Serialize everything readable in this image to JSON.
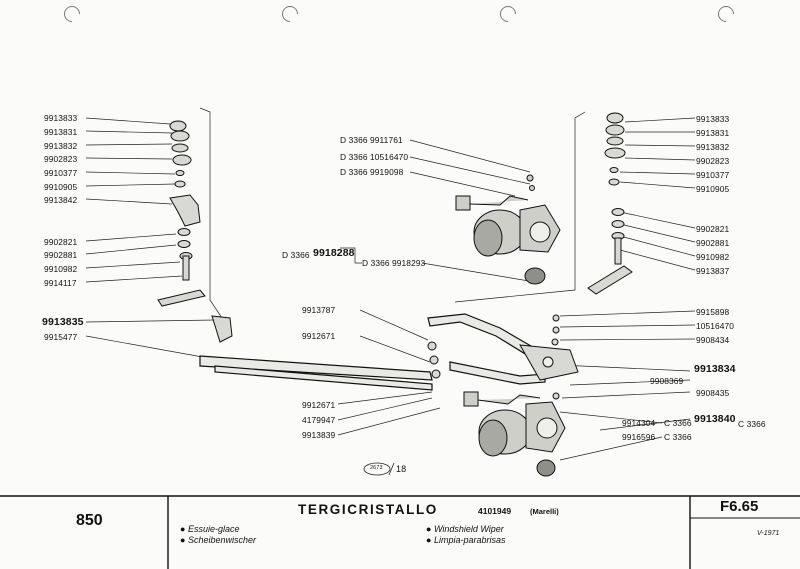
{
  "footer": {
    "model": "850",
    "title": "TERGICRISTALLO",
    "code": "4101949",
    "maker": "(Marelli)",
    "languages_left": [
      "Essuie-glace",
      "Scheibenwischer"
    ],
    "languages_right": [
      "Windshield Wiper",
      "Limpia-parabrisas"
    ],
    "page_ref": "F6.65",
    "date": "V-1971"
  },
  "left_labels": [
    "9913833",
    "9913831",
    "9913832",
    "9902823",
    "9910377",
    "9910905",
    "9913842",
    "9902821",
    "9902881",
    "9910982",
    "9914117",
    "9913835",
    "9915477"
  ],
  "center_top_labels": [
    "D 3366 9911761",
    "D 3366 10516470",
    "D 3366 9919098"
  ],
  "center_mid_labels": {
    "prefix": "D 3366",
    "a": "9918288",
    "b": "D 3366 9918293"
  },
  "center_left_labels": [
    "9913787",
    "9912671",
    "9912671",
    "4179947",
    "9913839"
  ],
  "right_top_labels": [
    "9913833",
    "9913831",
    "9913832",
    "9902823",
    "9910377",
    "9910905",
    "9902821",
    "9902881",
    "9910982",
    "9913837"
  ],
  "right_mid_labels": [
    "9915898",
    "10516470",
    "9908434",
    "9913834",
    "9908369",
    "9908435"
  ],
  "right_low_labels": {
    "a": "9914304",
    "b": "9916596",
    "sfx": "C 3366",
    "main": "9913840",
    "main_sfx": "C 3366"
  },
  "stamp": {
    "ref": "2673",
    "sub": "18"
  }
}
